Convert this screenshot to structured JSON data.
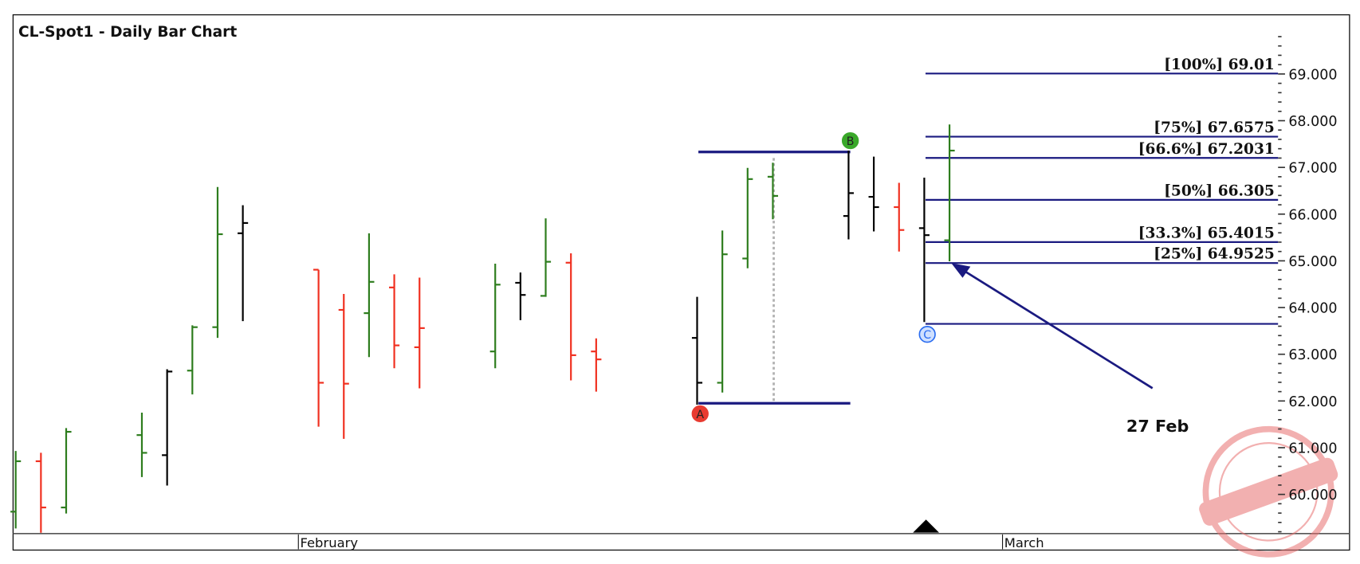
{
  "chart_data": {
    "type": "ohlc-bar",
    "title": "CL-Spot1 - Daily Bar Chart",
    "ylim": [
      59.2,
      69.9
    ],
    "y_ticks": [
      "60.000",
      "61.000",
      "62.000",
      "63.000",
      "64.000",
      "65.000",
      "66.000",
      "67.000",
      "68.000",
      "69.000"
    ],
    "y_tick_values": [
      60,
      61,
      62,
      63,
      64,
      65,
      66,
      67,
      68,
      69
    ],
    "x_labels": [
      {
        "label": "February",
        "slot": 11.2
      },
      {
        "label": "March",
        "slot": 39.1
      }
    ],
    "colors": {
      "up": "#2e7d1e",
      "down": "#f03020",
      "neutral": "#000000",
      "fib": "#1a1a80",
      "A": "#e83a30",
      "B": "#3aa82a",
      "C": "#2a6cf0",
      "grid_dotted": "#b0b0b0",
      "stamp": "#e87070"
    },
    "bars": [
      {
        "slot": 0,
        "open": 59.63,
        "high": 60.93,
        "low": 59.27,
        "close": 60.71,
        "color": "up"
      },
      {
        "slot": 1,
        "open": 60.71,
        "high": 60.89,
        "low": 59.18,
        "close": 59.72,
        "color": "down"
      },
      {
        "slot": 2,
        "open": 59.72,
        "high": 61.42,
        "low": 59.59,
        "close": 61.34,
        "color": "up"
      },
      {
        "slot": 5,
        "open": 61.27,
        "high": 61.75,
        "low": 60.37,
        "close": 60.89,
        "color": "up"
      },
      {
        "slot": 6,
        "open": 60.84,
        "high": 62.68,
        "low": 60.19,
        "close": 62.63,
        "color": "neutral"
      },
      {
        "slot": 7,
        "open": 62.65,
        "high": 63.62,
        "low": 62.14,
        "close": 63.58,
        "color": "up"
      },
      {
        "slot": 8,
        "open": 63.58,
        "high": 66.58,
        "low": 63.35,
        "close": 65.57,
        "color": "up"
      },
      {
        "slot": 9,
        "open": 65.59,
        "high": 66.19,
        "low": 63.71,
        "close": 65.81,
        "color": "neutral"
      },
      {
        "slot": 12,
        "open": 64.81,
        "high": 64.81,
        "low": 61.45,
        "close": 62.39,
        "color": "down"
      },
      {
        "slot": 13,
        "open": 63.95,
        "high": 64.29,
        "low": 61.19,
        "close": 62.37,
        "color": "down"
      },
      {
        "slot": 14,
        "open": 63.88,
        "high": 65.59,
        "low": 62.94,
        "close": 64.55,
        "color": "up"
      },
      {
        "slot": 15,
        "open": 64.43,
        "high": 64.71,
        "low": 62.7,
        "close": 63.19,
        "color": "down"
      },
      {
        "slot": 16,
        "open": 63.15,
        "high": 64.64,
        "low": 62.27,
        "close": 63.56,
        "color": "down"
      },
      {
        "slot": 19,
        "open": 63.06,
        "high": 64.94,
        "low": 62.7,
        "close": 64.49,
        "color": "up"
      },
      {
        "slot": 20,
        "open": 64.53,
        "high": 64.75,
        "low": 63.73,
        "close": 64.27,
        "color": "neutral"
      },
      {
        "slot": 21,
        "open": 64.25,
        "high": 65.91,
        "low": 64.23,
        "close": 64.98,
        "color": "up"
      },
      {
        "slot": 22,
        "open": 64.96,
        "high": 65.16,
        "low": 62.44,
        "close": 62.98,
        "color": "down"
      },
      {
        "slot": 23,
        "open": 63.06,
        "high": 63.34,
        "low": 62.2,
        "close": 62.89,
        "color": "down"
      },
      {
        "slot": 27,
        "open": 63.35,
        "high": 64.23,
        "low": 61.92,
        "close": 62.39,
        "color": "neutral"
      },
      {
        "slot": 28,
        "open": 62.39,
        "high": 65.65,
        "low": 62.18,
        "close": 65.14,
        "color": "up"
      },
      {
        "slot": 29,
        "open": 65.05,
        "high": 66.99,
        "low": 64.84,
        "close": 66.75,
        "color": "up"
      },
      {
        "slot": 30,
        "open": 66.8,
        "high": 67.1,
        "low": 65.89,
        "close": 66.39,
        "color": "up"
      },
      {
        "slot": 33,
        "open": 65.96,
        "high": 67.36,
        "low": 65.46,
        "close": 66.45,
        "color": "neutral"
      },
      {
        "slot": 34,
        "open": 66.37,
        "high": 67.23,
        "low": 65.63,
        "close": 66.15,
        "color": "neutral"
      },
      {
        "slot": 35,
        "open": 66.15,
        "high": 66.67,
        "low": 65.2,
        "close": 65.66,
        "color": "down"
      },
      {
        "slot": 36,
        "open": 65.7,
        "high": 66.78,
        "low": 63.69,
        "close": 65.55,
        "color": "neutral"
      },
      {
        "slot": 37,
        "open": 65.44,
        "high": 67.92,
        "low": 64.99,
        "close": 67.36,
        "color": "up"
      }
    ],
    "swing_points": [
      {
        "label": "A",
        "slot": 27.05,
        "price": 61.95
      },
      {
        "label": "B",
        "slot": 33,
        "price": 67.33
      },
      {
        "label": "C",
        "slot": 36.05,
        "price": 63.65
      }
    ],
    "fib_levels": [
      {
        "label": "[100%] 69.01",
        "price": 69.01
      },
      {
        "label": "[75%] 67.6575",
        "price": 67.6575
      },
      {
        "label": "[66.6%] 67.2031",
        "price": 67.2031
      },
      {
        "label": "[50%] 66.305",
        "price": 66.305
      },
      {
        "label": "[33.3%] 65.4015",
        "price": 65.4015
      },
      {
        "label": "[25%] 64.9525",
        "price": 64.9525
      }
    ],
    "annotation": {
      "text": "27 Feb",
      "points_to_slot": 37,
      "points_to_price": 64.99
    },
    "current_marker_slot": 36
  }
}
